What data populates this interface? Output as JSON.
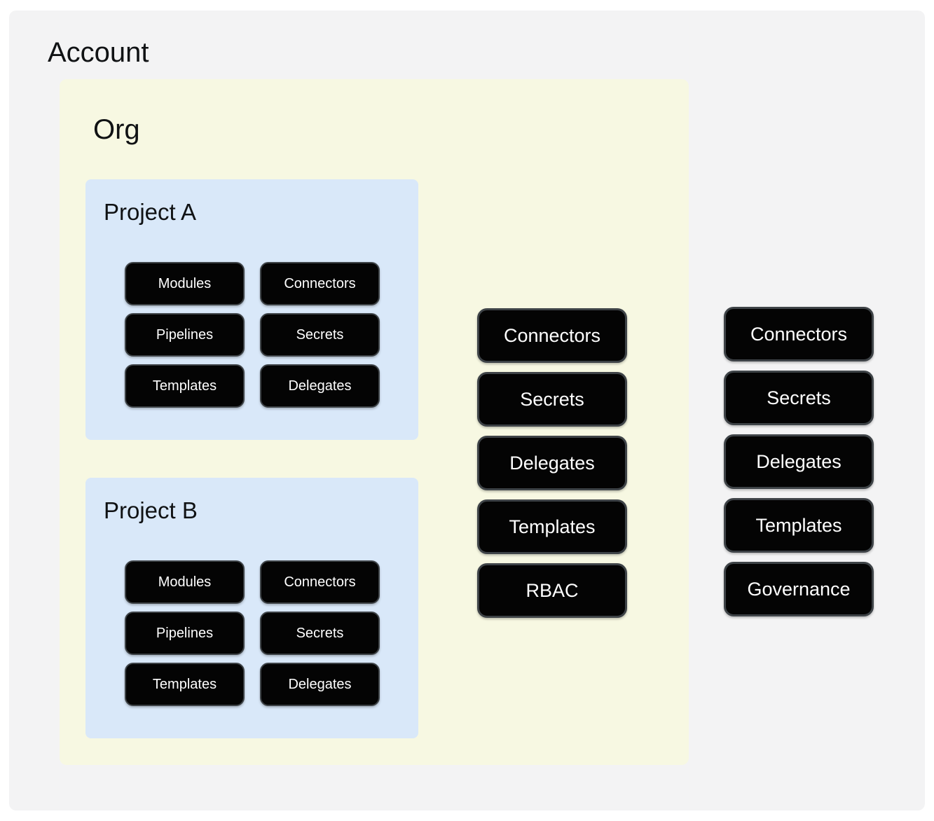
{
  "account": {
    "title": "Account",
    "pills": [
      "Connectors",
      "Secrets",
      "Delegates",
      "Templates",
      "Governance"
    ],
    "org": {
      "title": "Org",
      "pills": [
        "Connectors",
        "Secrets",
        "Delegates",
        "Templates",
        "RBAC"
      ],
      "projects": [
        {
          "title": "Project A",
          "pills": [
            "Modules",
            "Connectors",
            "Pipelines",
            "Secrets",
            "Templates",
            "Delegates"
          ]
        },
        {
          "title": "Project B",
          "pills": [
            "Modules",
            "Connectors",
            "Pipelines",
            "Secrets",
            "Templates",
            "Delegates"
          ]
        }
      ]
    }
  },
  "colors": {
    "page_background": "#ffffff",
    "account_background": "#f3f3f4",
    "org_background": "#f7f8e2",
    "project_background": "#d9e8f9",
    "pill_background": "#040404",
    "pill_border": "#3e4347",
    "pill_text": "#ffffff",
    "title_text": "#101214"
  }
}
